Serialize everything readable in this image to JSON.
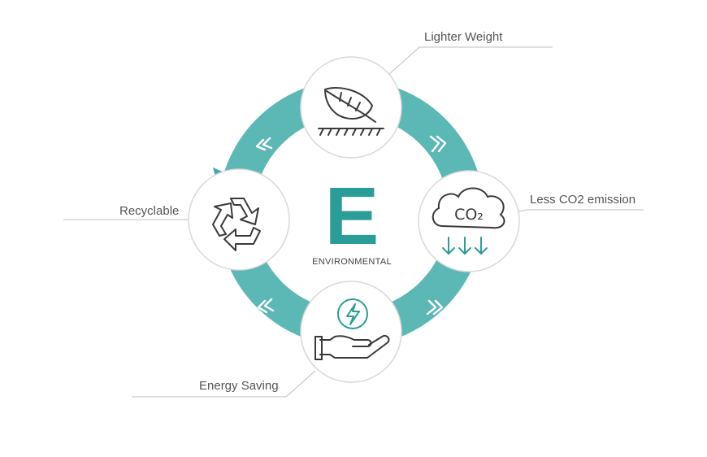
{
  "center": {
    "letter": "E",
    "subtitle": "ENVIRONMENTAL"
  },
  "nodes": {
    "top": {
      "label": "Lighter Weight",
      "icon": "leaf-icon"
    },
    "right": {
      "label": "Less CO2 emission",
      "icon": "co2-cloud-icon",
      "icon_text": "CO₂"
    },
    "bottom": {
      "label": "Energy Saving",
      "icon": "energy-hand-icon"
    },
    "left": {
      "label": "Recyclable",
      "icon": "recycle-icon"
    }
  },
  "colors": {
    "ring": "#5bb8b5",
    "ring_dark": "#4aa9a6",
    "accent": "#2a9d98",
    "icon_stroke": "#3a3a3a",
    "leader_line": "#bfbfbf"
  }
}
